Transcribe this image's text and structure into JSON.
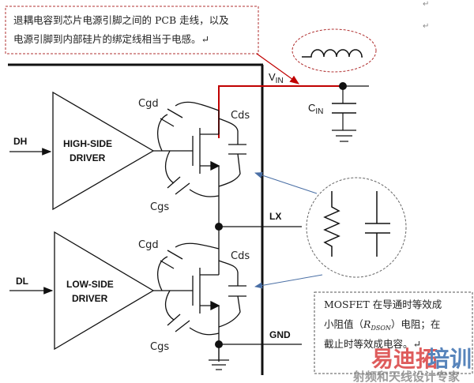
{
  "notes": {
    "top_line1": "退耦电容到芯片电源引脚之间的 PCB 走线，以及",
    "top_line2": "电源引脚到内部硅片的绑定线相当于电感。↵",
    "bottom_line1": "MOSFET 在导通时等效成",
    "bottom_line2_pre": "小阻值（",
    "bottom_line2_r": "R",
    "bottom_line2_sub": "DSON",
    "bottom_line2_post": "）电阻；在",
    "bottom_line3": "截止时等效成电容。↵",
    "return_mark": "↵"
  },
  "labels": {
    "vin": "V",
    "vin_sub": "IN",
    "cin": "C",
    "cin_sub": "IN",
    "lx": "LX",
    "gnd": "GND",
    "dh": "DH",
    "dl": "DL",
    "high_driver_line1": "HIGH-SIDE",
    "high_driver_line2": "DRIVER",
    "low_driver_line1": "LOW-SIDE",
    "low_driver_line2": "DRIVER",
    "cgd": "Cgd",
    "cds": "Cds",
    "cgs": "Cgs"
  },
  "watermark": {
    "main_part1": "易迪拓",
    "main_part2": "培训",
    "sub": "射频和天线设计专家"
  },
  "colors": {
    "wire": "#111111",
    "vin_trace": "#c00000",
    "note_border_top": "#b03030",
    "note_border_bottom": "#555555",
    "blue_arrow": "#4a6fa5",
    "watermark_red": "#d94040",
    "watermark_blue": "#3a6fb0"
  }
}
